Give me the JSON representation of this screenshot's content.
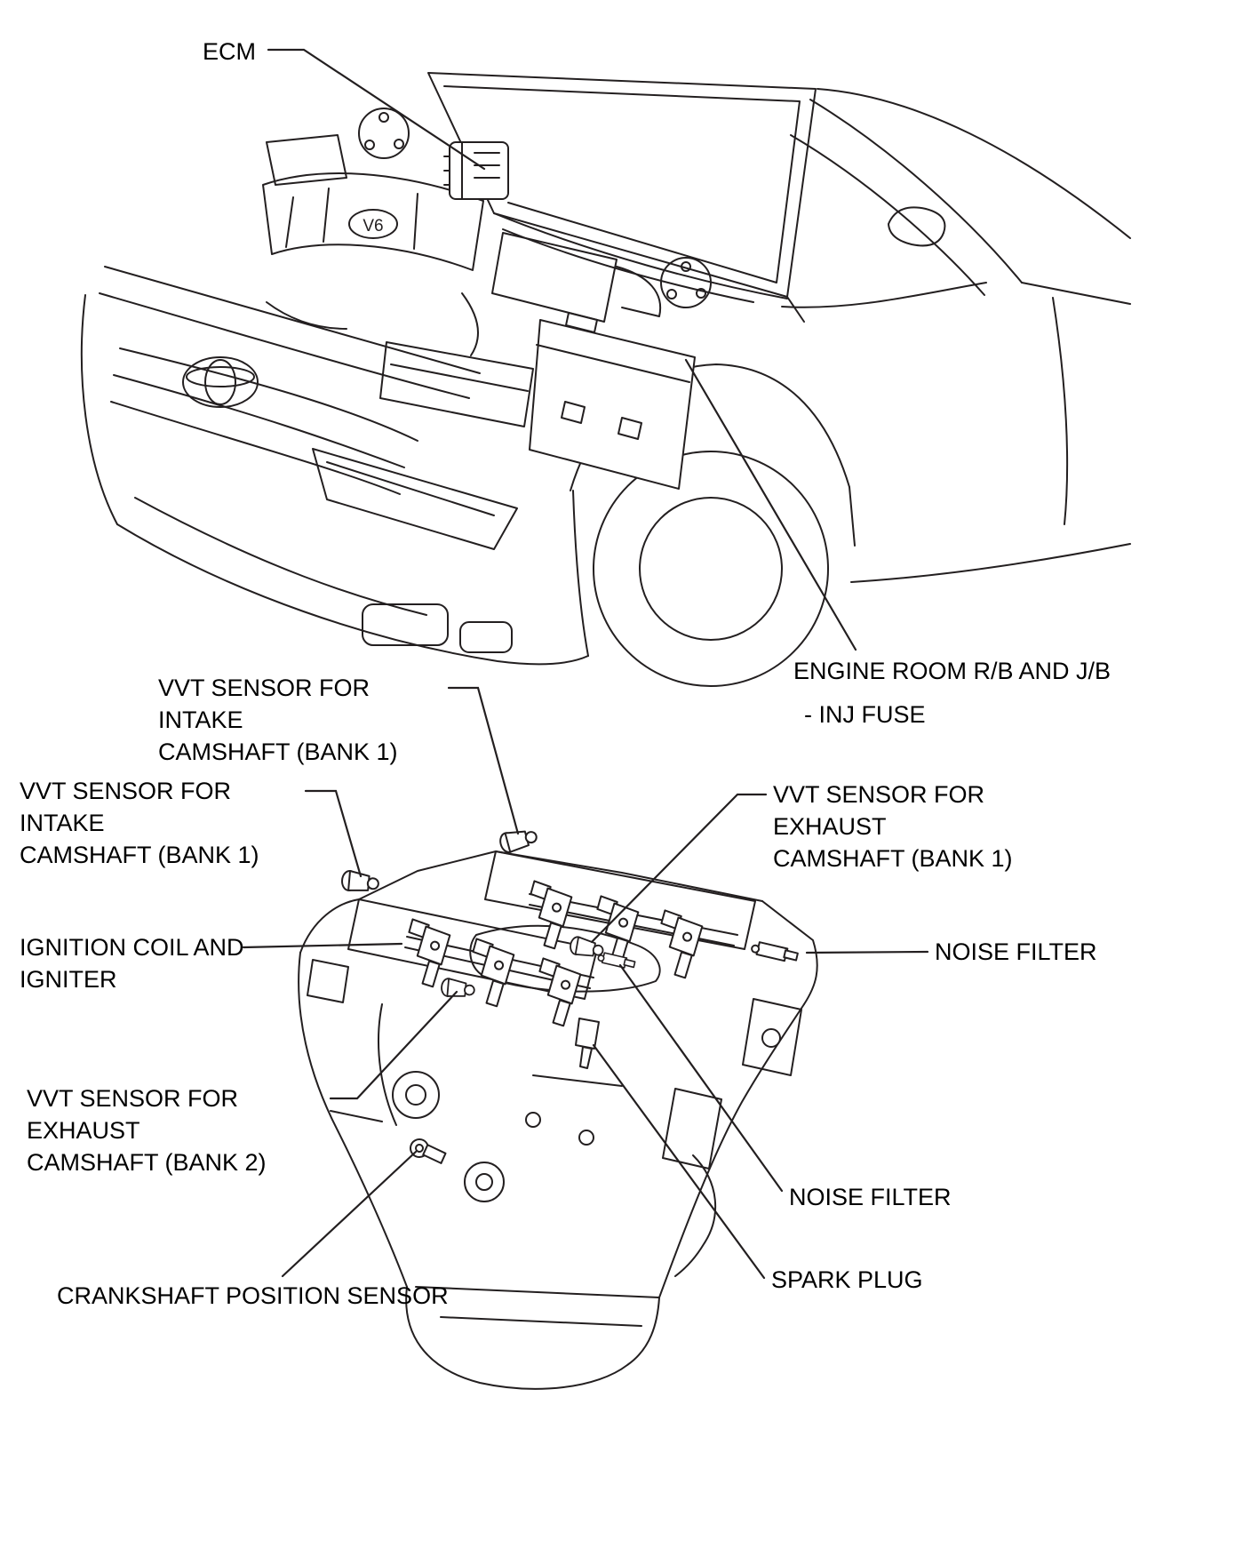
{
  "figure": {
    "engine_cover_badge": "V6",
    "labels": {
      "ecm": "ECM",
      "engine_room_rb_jb": "ENGINE ROOM R/B AND J/B",
      "inj_fuse": "- INJ FUSE",
      "vvt_intake_bank1_upper": {
        "l1": "VVT SENSOR FOR INTAKE",
        "l2": "CAMSHAFT (BANK 1)"
      },
      "vvt_intake_bank1_left": {
        "l1": "VVT SENSOR FOR INTAKE",
        "l2": "CAMSHAFT (BANK 1)"
      },
      "vvt_exhaust_bank1": {
        "l1": "VVT SENSOR FOR EXHAUST",
        "l2": "CAMSHAFT (BANK 1)"
      },
      "ignition_coil_igniter": {
        "l1": "IGNITION COIL AND",
        "l2": "IGNITER"
      },
      "noise_filter_right": "NOISE FILTER",
      "vvt_exhaust_bank2": {
        "l1": "VVT SENSOR FOR EXHAUST",
        "l2": "CAMSHAFT (BANK 2)"
      },
      "noise_filter_lower": "NOISE FILTER",
      "spark_plug": "SPARK PLUG",
      "crankshaft_position_sensor": "CRANKSHAFT POSITION SENSOR"
    }
  }
}
